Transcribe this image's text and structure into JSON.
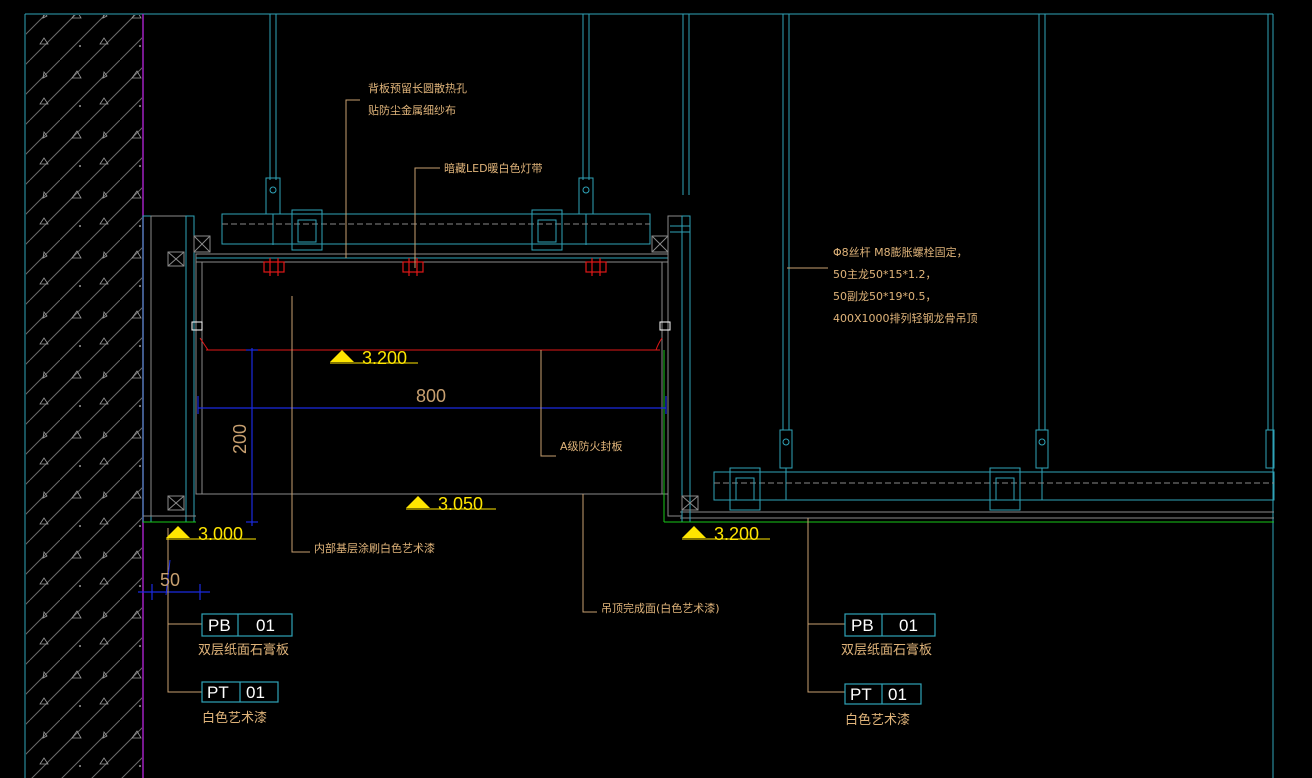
{
  "annotations": {
    "backboard_note_line1": "背板预留长圆散热孔",
    "backboard_note_line2": "贴防尘金属细纱布",
    "led_note": "暗藏LED暖白色灯带",
    "fixing_line1": "Φ8丝杆 M8膨胀螺栓固定，",
    "fixing_line2": "50主龙50*15*1.2，",
    "fixing_line3": "50副龙50*19*0.5，",
    "fixing_line4": "400X1000排列轻钢龙骨吊顶",
    "fireproof_note": "A级防火封板",
    "inner_paint_note": "内部基层涂刷白色艺术漆",
    "ceiling_finish_note": "吊顶完成面(白色艺术漆)"
  },
  "levels": {
    "level_upper": "3.200",
    "level_mid": "3.050",
    "level_left": "3.000",
    "level_right": "3.200"
  },
  "dimensions": {
    "width": "800",
    "height": "200",
    "offset": "50"
  },
  "tags": {
    "left_pb_code": "PB",
    "left_pb_num": "01",
    "left_pb_desc": "双层纸面石膏板",
    "left_pt_code": "PT",
    "left_pt_num": "01",
    "left_pt_desc": "白色艺术漆",
    "right_pb_code": "PB",
    "right_pb_num": "01",
    "right_pb_desc": "双层纸面石膏板",
    "right_pt_code": "PT",
    "right_pt_num": "01",
    "right_pt_desc": "白色艺术漆"
  },
  "colors": {
    "background": "#000000",
    "frame_cyan": "#2fa3b8",
    "structure_gray": "#8a8a8a",
    "magenta_border": "#a020c0",
    "leader": "#c8a070",
    "level_yellow": "#ffe600",
    "dim_blue": "#1a2ae0",
    "red_line": "#e01818",
    "green_line": "#18c818"
  }
}
